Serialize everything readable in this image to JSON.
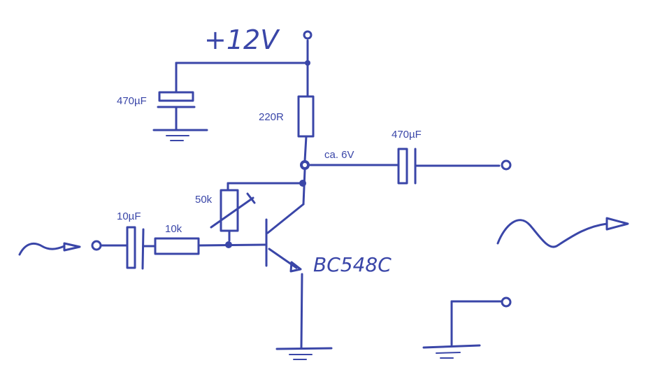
{
  "colors": {
    "ink": "#3a46a8",
    "paper": "#ffffff"
  },
  "labels": {
    "supply": "+12V",
    "c_supply": "470µF",
    "r_collector": "220R",
    "collector_voltage": "ca. 6V",
    "c_out": "470µF",
    "r_bias": "50k",
    "c_in": "10µF",
    "r_in": "10k",
    "transistor": "BC548C"
  }
}
